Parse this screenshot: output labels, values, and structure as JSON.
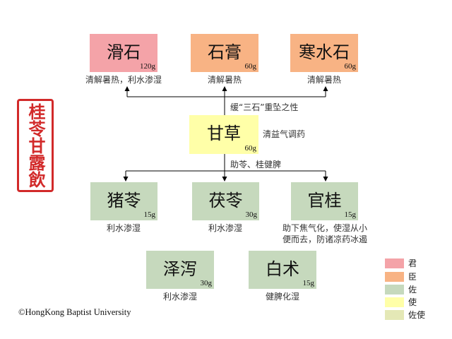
{
  "seal": {
    "text": "桂苓甘露飲",
    "color": "#d22a2a"
  },
  "herbs": [
    {
      "name": "滑石",
      "dose": "120g",
      "effect": [
        "清解暑热，利水渗湿"
      ],
      "color": "#f4a3a8"
    },
    {
      "name": "石膏",
      "dose": "60g",
      "effect": [
        "清解暑热"
      ],
      "color": "#f8b384"
    },
    {
      "name": "寒水石",
      "dose": "60g",
      "effect": [
        "清解暑热"
      ],
      "color": "#f8b384"
    },
    {
      "name": "甘草",
      "dose": "60g",
      "effect": [
        "清益气调药"
      ],
      "color": "#ffffa8"
    },
    {
      "name": "猪苓",
      "dose": "15g",
      "effect": [
        "利水渗湿"
      ],
      "color": "#c6d9bd"
    },
    {
      "name": "茯苓",
      "dose": "30g",
      "effect": [
        "利水渗湿"
      ],
      "color": "#c6d9bd"
    },
    {
      "name": "官桂",
      "dose": "15g",
      "effect": [
        "助下焦气化，使湿从小",
        "便而去，防诸凉药冰遏"
      ],
      "color": "#c6d9bd"
    },
    {
      "name": "泽泻",
      "dose": "30g",
      "effect": [
        "利水渗湿"
      ],
      "color": "#c6d9bd"
    },
    {
      "name": "白术",
      "dose": "15g",
      "effect": [
        "健脾化湿"
      ],
      "color": "#c6d9bd"
    }
  ],
  "annotations": {
    "moderate_three_stones": "缓“三石”重坠之性",
    "assist_ling_gui": "助苓、桂健脾"
  },
  "legend": [
    {
      "label": "君",
      "color": "#f4a3a8"
    },
    {
      "label": "臣",
      "color": "#f8b384"
    },
    {
      "label": "佐",
      "color": "#c6d9bd"
    },
    {
      "label": "使",
      "color": "#ffffa8"
    },
    {
      "label": "佐使",
      "color": "#e4e8b6"
    }
  ],
  "copyright": "©HongKong Baptist University",
  "line_color": "#000000"
}
